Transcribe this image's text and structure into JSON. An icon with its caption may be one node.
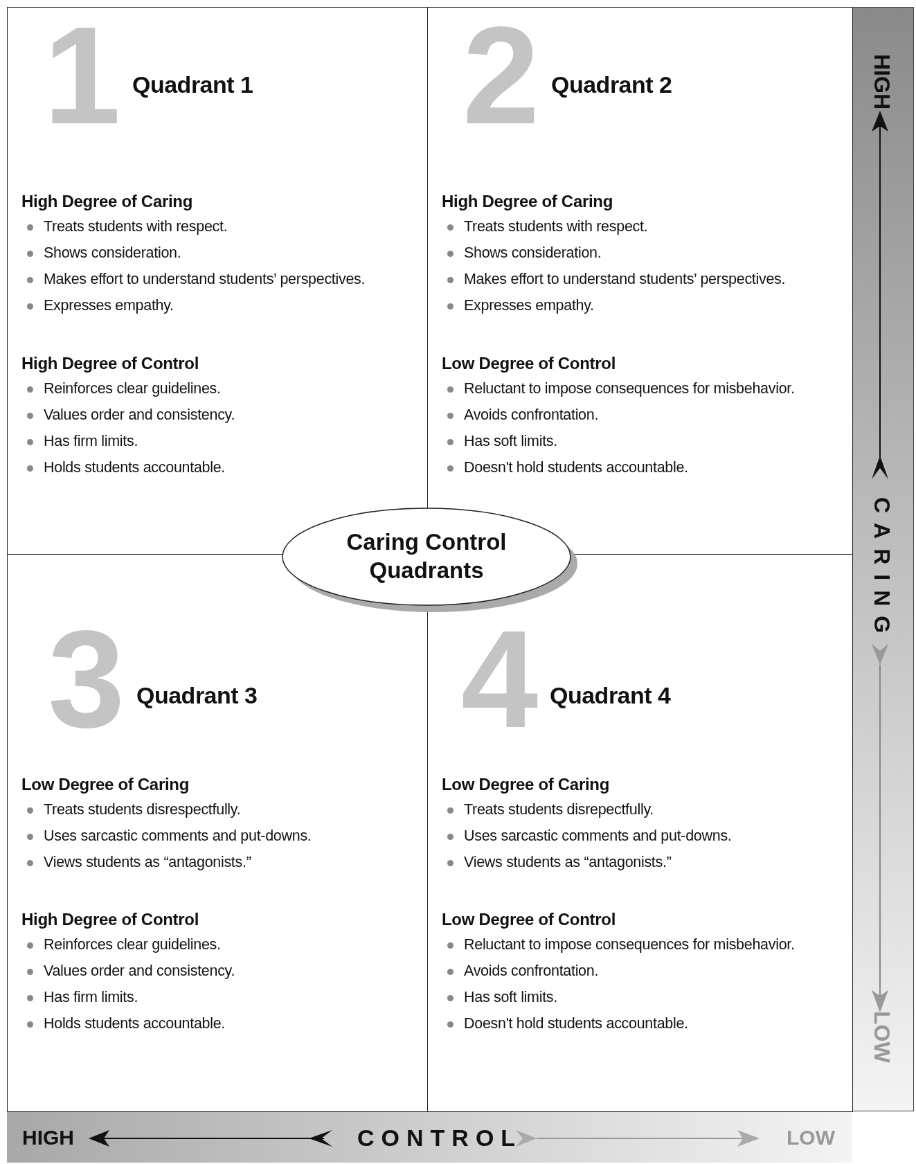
{
  "diagram": {
    "nodes": [
      {
        "text": [
          "1",
          "Quadrant 1",
          "High Degree of Caring",
          "Treats students with respect.",
          "Shows consideration.",
          "Makes effort to understand students’ perspectives.",
          "Expresses empathy.",
          "High Degree of Control",
          "Reinforces clear guidelines.",
          "Values order and consistency.",
          "Has firm limits.",
          "Holds students accountable."
        ]
      },
      {
        "text": [
          "2",
          "Quadrant 2",
          "High Degree of Caring",
          "Treats students with respect.",
          "Shows consideration.",
          "Makes effort to understand students’ perspectives.",
          "Expresses empathy.",
          "Low Degree of Control",
          "Reluctant to impose consequences for misbehavior.",
          "Avoids confrontation.",
          "Has soft limits.",
          "Doesn't hold students accountable."
        ]
      },
      {
        "text": [
          "Caring Control Quadrants"
        ]
      },
      {
        "text": [
          "3",
          "Quadrant 3",
          "Low Degree of Caring",
          "Treats students disrespectfully.",
          "Uses sarcastic comments and put-downs.",
          "Views students as “antagonists.”",
          "High Degree of Control",
          "Reinforces clear guidelines.",
          "Values order and consistency.",
          "Has firm limits.",
          "Holds students accountable."
        ]
      },
      {
        "text": [
          "4",
          "Quadrant 4",
          "Low Degree of Caring",
          "Treats students disrepectfully.",
          "Uses sarcastic comments and put-downs.",
          "Views students as “antagonists.”",
          "Low Degree of Control",
          "Reluctant to impose consequences for misbehavior.",
          "Avoids confrontation.",
          "Has soft limits.",
          "Doesn't hold students accountable."
        ]
      }
    ],
    "labels": [
      "HIGH",
      "CARING",
      "LOW",
      "HIGH",
      "CONTROL",
      "LOW"
    ]
  }
}
